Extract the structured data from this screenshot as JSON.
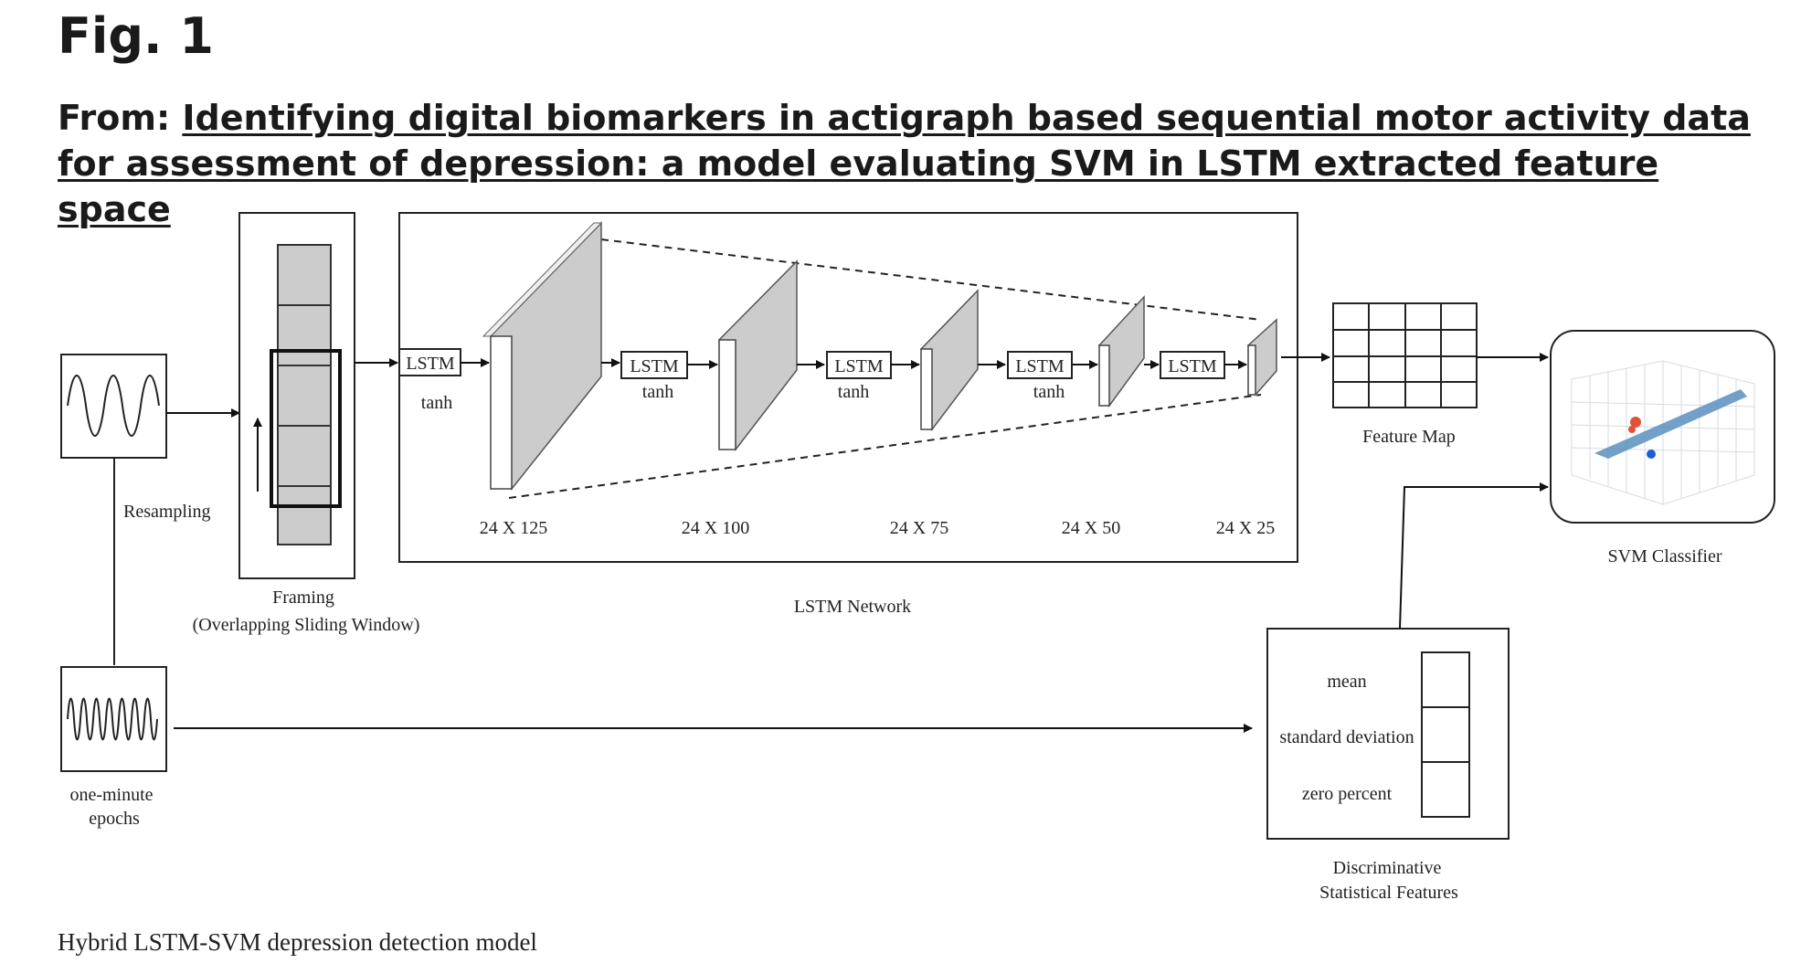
{
  "figure": {
    "label": "Fig. 1",
    "from_prefix": "From: ",
    "article_title": "Identifying digital biomarkers in actigraph based sequential motor activity data for assessment of depression: a model evaluating SVM in LSTM extracted feature space",
    "caption": "Hybrid LSTM-SVM depression detection model"
  },
  "diagram": {
    "resampling_label": "Resampling",
    "epochs_label_line1": "one-minute",
    "epochs_label_line2": "epochs",
    "framing_label_line1": "Framing",
    "framing_label_line2": "(Overlapping Sliding Window)",
    "lstm_network_label": "LSTM Network",
    "lstm_blocks": [
      {
        "label": "LSTM",
        "activation": "tanh"
      },
      {
        "label": "LSTM",
        "activation": "tanh"
      },
      {
        "label": "LSTM",
        "activation": "tanh"
      },
      {
        "label": "LSTM",
        "activation": "tanh"
      },
      {
        "label": "LSTM",
        "activation": ""
      }
    ],
    "layer_dims": [
      "24 X 125",
      "24 X 100",
      "24 X 75",
      "24 X 50",
      "24 X 25"
    ],
    "feature_map_label": "Feature Map",
    "svm_label": "SVM Classifier",
    "stat_features": [
      "mean",
      "standard deviation",
      "zero percent"
    ],
    "stat_label_line1": "Discriminative",
    "stat_label_line2": "Statistical Features"
  }
}
